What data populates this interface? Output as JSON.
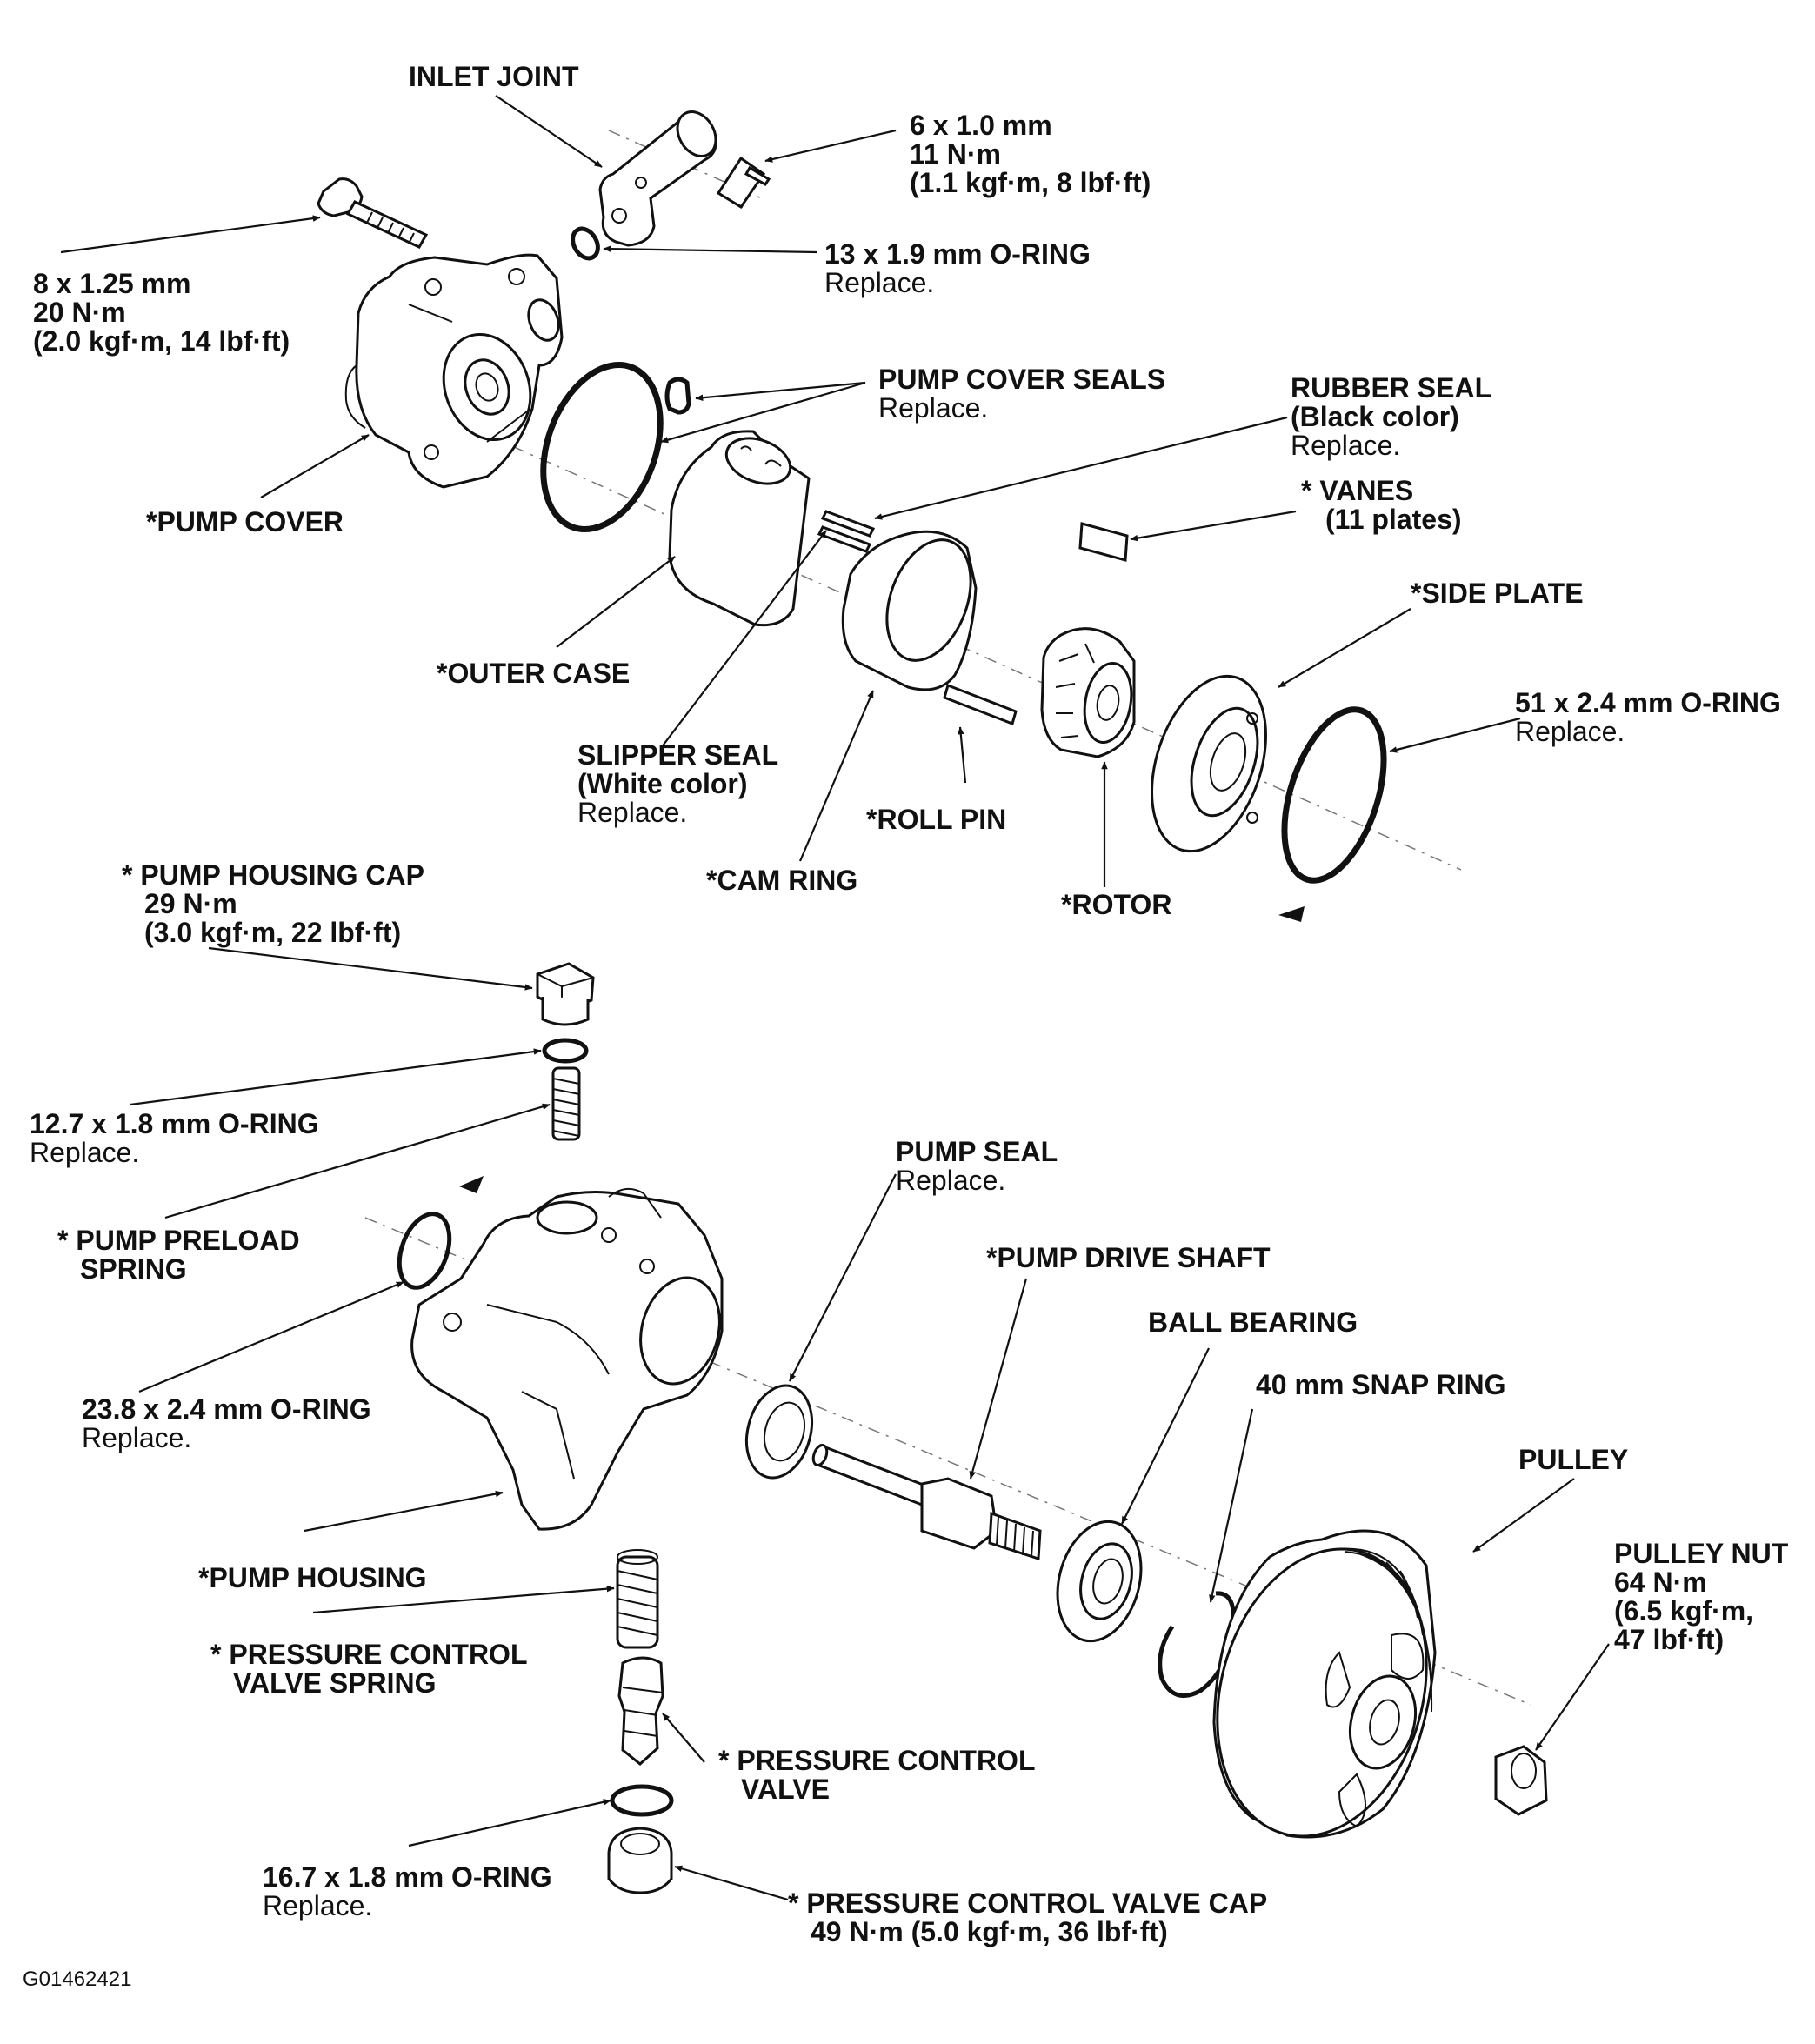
{
  "figure_id": "G01462421",
  "labels": {
    "inlet_joint": [
      "INLET JOINT"
    ],
    "inlet_bolt": [
      "6 x 1.0 mm",
      "11 N·m",
      "(1.1 kgf·m, 8 lbf·ft)"
    ],
    "oring_13": [
      "13 x 1.9 mm O-RING"
    ],
    "oring_13_note": "Replace.",
    "cover_bolt": [
      "8 x 1.25 mm",
      "20 N·m",
      "(2.0 kgf·m, 14 lbf·ft)"
    ],
    "pump_cover_seals": [
      "PUMP COVER SEALS"
    ],
    "pump_cover_seals_note": "Replace.",
    "rubber_seal": [
      "RUBBER SEAL",
      "(Black color)"
    ],
    "rubber_seal_note": "Replace.",
    "pump_cover": [
      "*PUMP COVER"
    ],
    "vanes": [
      "*  VANES",
      "(11 plates)"
    ],
    "side_plate": [
      "*SIDE PLATE"
    ],
    "outer_case": [
      "*OUTER CASE"
    ],
    "oring_51": [
      "51 x 2.4 mm O-RING"
    ],
    "oring_51_note": "Replace.",
    "slipper_seal": [
      "SLIPPER SEAL",
      "(White color)"
    ],
    "slipper_seal_note": "Replace.",
    "roll_pin": [
      "*ROLL PIN"
    ],
    "cam_ring": [
      "*CAM RING"
    ],
    "rotor": [
      "*ROTOR"
    ],
    "housing_cap": [
      "* PUMP HOUSING CAP",
      "29 N·m",
      "(3.0 kgf·m, 22 lbf·ft)"
    ],
    "oring_12": [
      "12.7 x 1.8 mm O-RING"
    ],
    "oring_12_note": "Replace.",
    "preload_spring": [
      "* PUMP PRELOAD",
      "SPRING"
    ],
    "pump_seal": [
      "PUMP SEAL"
    ],
    "pump_seal_note": "Replace.",
    "drive_shaft": [
      "*PUMP DRIVE SHAFT"
    ],
    "ball_bearing": [
      "BALL BEARING"
    ],
    "snap_ring": [
      "40 mm SNAP RING"
    ],
    "oring_23": [
      "23.8 x 2.4 mm O-RING"
    ],
    "oring_23_note": "Replace.",
    "pulley": [
      "PULLEY"
    ],
    "pulley_nut": [
      "PULLEY NUT",
      "64 N·m",
      "(6.5 kgf·m,",
      "47 lbf·ft)"
    ],
    "pump_housing": [
      "*PUMP HOUSING"
    ],
    "pcv_spring": [
      "* PRESSURE CONTROL",
      "VALVE SPRING"
    ],
    "pcv": [
      "* PRESSURE CONTROL",
      "VALVE"
    ],
    "oring_16": [
      "16.7 x 1.8 mm O-RING"
    ],
    "oring_16_note": "Replace.",
    "pcv_cap": [
      "* PRESSURE CONTROL VALVE CAP",
      "49 N·m (5.0 kgf·m, 36 lbf·ft)"
    ]
  }
}
